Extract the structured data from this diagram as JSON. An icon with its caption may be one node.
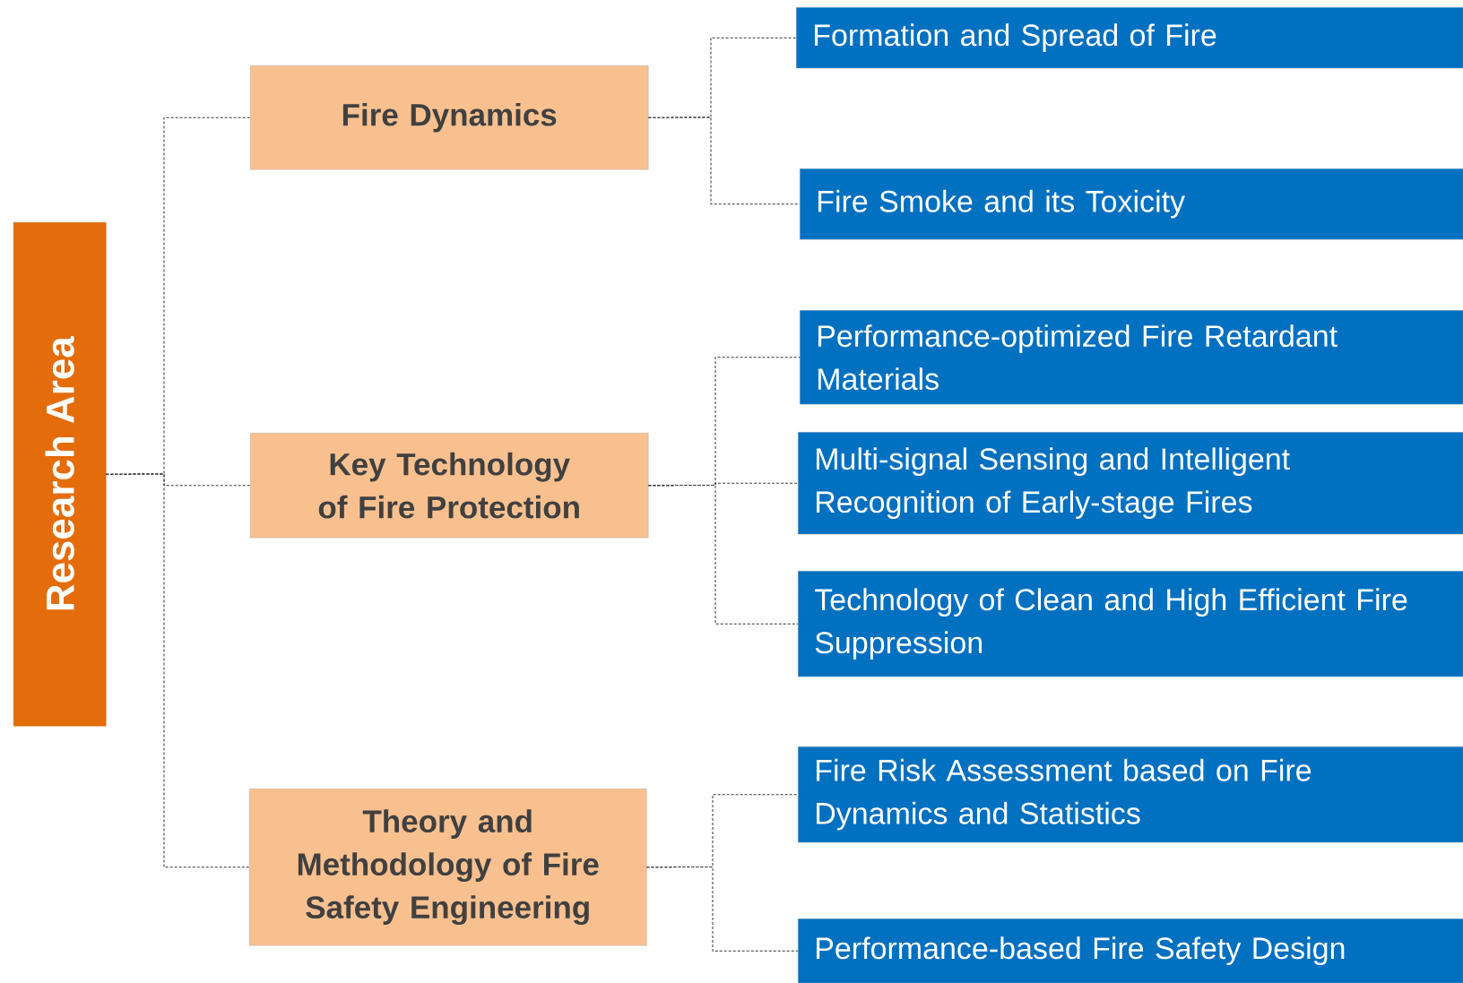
{
  "diagram": {
    "nodes": [
      {
        "text": [
          "Research Area"
        ]
      },
      {
        "text": [
          "Fire Dynamics"
        ]
      },
      {
        "text": [
          "Key Technology of Fire Protection"
        ]
      },
      {
        "text": [
          "Theory and Methodology of Fire Safety Engineering"
        ]
      },
      {
        "text": [
          "Formation and Spread of Fire"
        ]
      },
      {
        "text": [
          "Fire Smoke and its Toxicity"
        ]
      },
      {
        "text": [
          "Performance-optimized Fire Retardant Materials"
        ]
      },
      {
        "text": [
          "Multi-signal Sensing and Intelligent Recognition of Early-stage Fires"
        ]
      },
      {
        "text": [
          "Technology of Clean and High Efficient Fire Suppression"
        ]
      },
      {
        "text": [
          "Fire Risk Assessment based on Fire Dynamics and Statistics"
        ]
      },
      {
        "text": [
          "Performance-based Fire Safety Design"
        ]
      }
    ],
    "edges": [
      {
        "from": 0,
        "to": 1,
        "arrow": "none",
        "style": "dashed"
      },
      {
        "from": 0,
        "to": 2,
        "arrow": "none",
        "style": "dashed"
      },
      {
        "from": 0,
        "to": 3,
        "arrow": "none",
        "style": "dashed"
      },
      {
        "from": 1,
        "to": 4,
        "arrow": "none",
        "style": "dashed"
      },
      {
        "from": 1,
        "to": 5,
        "arrow": "none",
        "style": "dashed"
      },
      {
        "from": 2,
        "to": 6,
        "arrow": "none",
        "style": "dashed"
      },
      {
        "from": 2,
        "to": 7,
        "arrow": "none",
        "style": "dashed"
      },
      {
        "from": 2,
        "to": 8,
        "arrow": "none",
        "style": "dashed"
      },
      {
        "from": 3,
        "to": 9,
        "arrow": "none",
        "style": "dashed"
      },
      {
        "from": 3,
        "to": 10,
        "arrow": "none",
        "style": "dashed"
      }
    ]
  }
}
